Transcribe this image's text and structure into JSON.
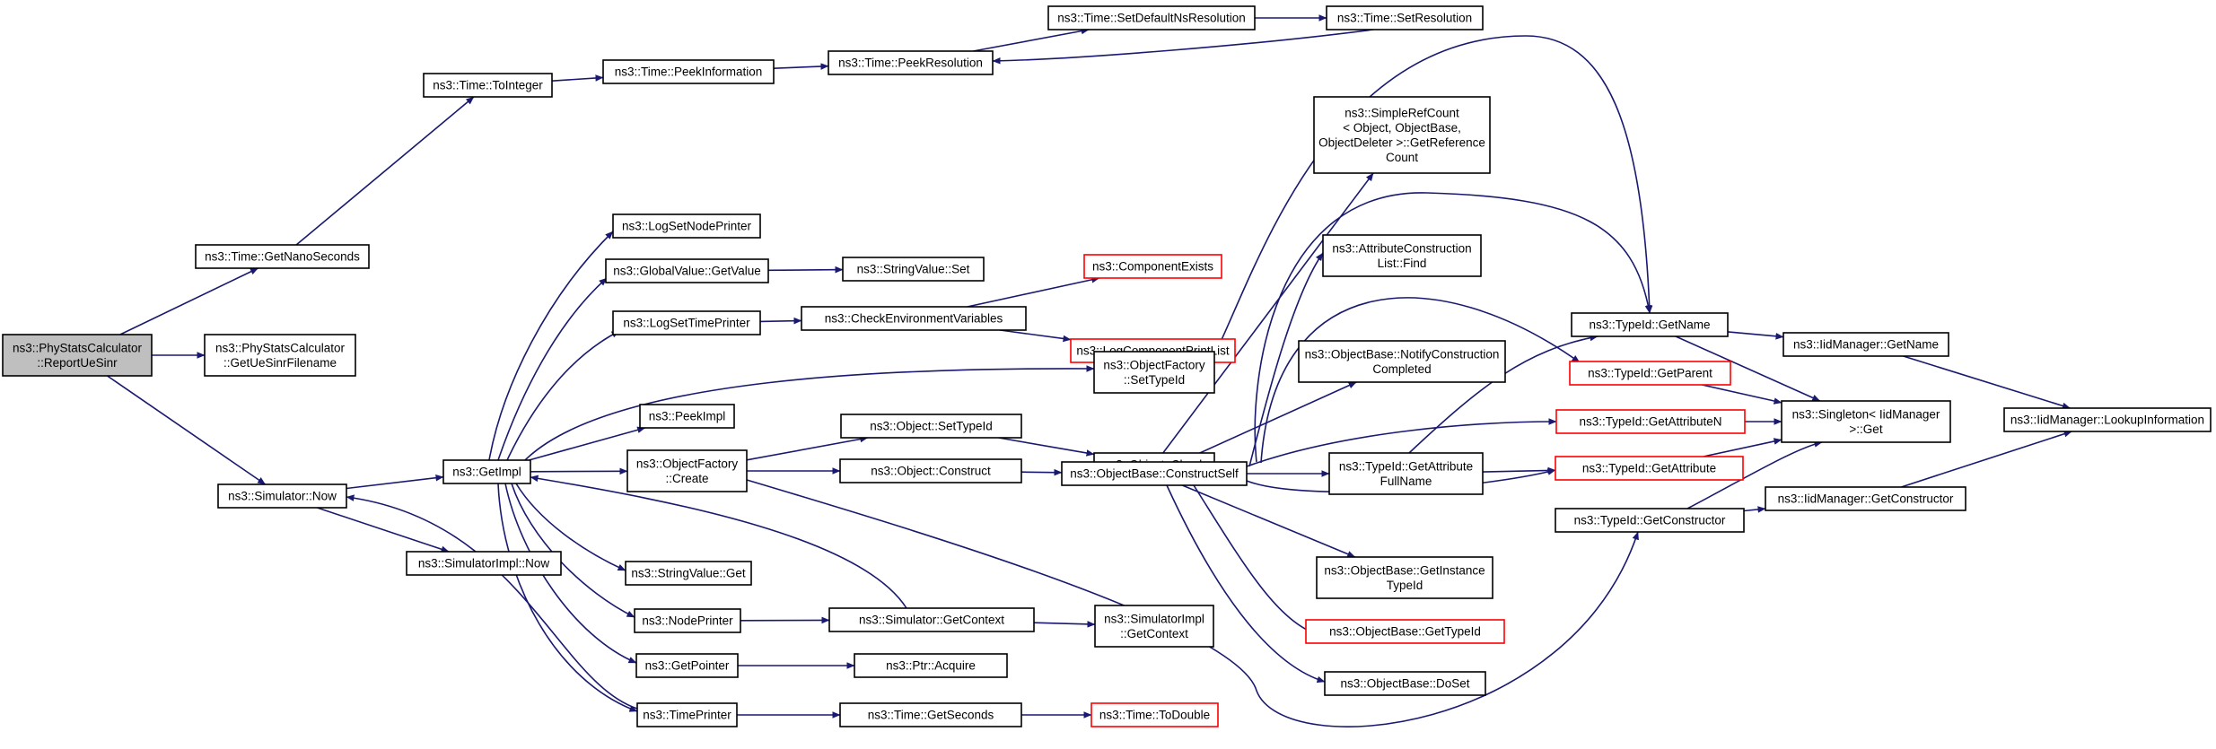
{
  "nodes": [
    {
      "id": "root",
      "lines": [
        "ns3::PhyStatsCalculator",
        "::ReportUeSinr"
      ],
      "style": "root"
    },
    {
      "id": "getNanoSeconds",
      "lines": [
        "ns3::Time::GetNanoSeconds"
      ],
      "style": "normal"
    },
    {
      "id": "getUeSinrFilename",
      "lines": [
        "ns3::PhyStatsCalculator",
        "::GetUeSinrFilename"
      ],
      "style": "normal"
    },
    {
      "id": "simulatorNow",
      "lines": [
        "ns3::Simulator::Now"
      ],
      "style": "normal"
    },
    {
      "id": "toInteger",
      "lines": [
        "ns3::Time::ToInteger"
      ],
      "style": "normal"
    },
    {
      "id": "peekInformation",
      "lines": [
        "ns3::Time::PeekInformation"
      ],
      "style": "normal"
    },
    {
      "id": "peekResolution",
      "lines": [
        "ns3::Time::PeekResolution"
      ],
      "style": "normal"
    },
    {
      "id": "setDefaultNsResolution",
      "lines": [
        "ns3::Time::SetDefaultNsResolution"
      ],
      "style": "normal"
    },
    {
      "id": "setResolution",
      "lines": [
        "ns3::Time::SetResolution"
      ],
      "style": "normal"
    },
    {
      "id": "getImpl",
      "lines": [
        "ns3::GetImpl"
      ],
      "style": "normal"
    },
    {
      "id": "simulatorImplNow",
      "lines": [
        "ns3::SimulatorImpl::Now"
      ],
      "style": "normal"
    },
    {
      "id": "logSetNodePrinter",
      "lines": [
        "ns3::LogSetNodePrinter"
      ],
      "style": "normal"
    },
    {
      "id": "globalValueGetValue",
      "lines": [
        "ns3::GlobalValue::GetValue"
      ],
      "style": "normal"
    },
    {
      "id": "logSetTimePrinter",
      "lines": [
        "ns3::LogSetTimePrinter"
      ],
      "style": "normal"
    },
    {
      "id": "peekImpl",
      "lines": [
        "ns3::PeekImpl"
      ],
      "style": "normal"
    },
    {
      "id": "objectFactoryCreate",
      "lines": [
        "ns3::ObjectFactory",
        "::Create"
      ],
      "style": "normal"
    },
    {
      "id": "stringValueGet",
      "lines": [
        "ns3::StringValue::Get"
      ],
      "style": "normal"
    },
    {
      "id": "nodePrinter",
      "lines": [
        "ns3::NodePrinter"
      ],
      "style": "normal"
    },
    {
      "id": "getPointer",
      "lines": [
        "ns3::GetPointer"
      ],
      "style": "normal"
    },
    {
      "id": "timePrinter",
      "lines": [
        "ns3::TimePrinter"
      ],
      "style": "normal"
    },
    {
      "id": "stringValueSet",
      "lines": [
        "ns3::StringValue::Set"
      ],
      "style": "normal"
    },
    {
      "id": "checkEnvVars",
      "lines": [
        "ns3::CheckEnvironmentVariables"
      ],
      "style": "normal"
    },
    {
      "id": "componentExists",
      "lines": [
        "ns3::ComponentExists"
      ],
      "style": "red"
    },
    {
      "id": "logComponentPrintList",
      "lines": [
        "ns3::LogComponentPrintList"
      ],
      "style": "red"
    },
    {
      "id": "objectFactorySetTypeId",
      "lines": [
        "ns3::ObjectFactory",
        "::SetTypeId"
      ],
      "style": "normal"
    },
    {
      "id": "objectSetTypeId",
      "lines": [
        "ns3::Object::SetTypeId"
      ],
      "style": "normal"
    },
    {
      "id": "objectCheck",
      "lines": [
        "ns3::Object::Check"
      ],
      "style": "normal"
    },
    {
      "id": "objectConstruct",
      "lines": [
        "ns3::Object::Construct"
      ],
      "style": "normal"
    },
    {
      "id": "constructSelf",
      "lines": [
        "ns3::ObjectBase::ConstructSelf"
      ],
      "style": "normal"
    },
    {
      "id": "simulatorGetContext",
      "lines": [
        "ns3::Simulator::GetContext"
      ],
      "style": "normal"
    },
    {
      "id": "simulatorImplGetContext",
      "lines": [
        "ns3::SimulatorImpl",
        "::GetContext"
      ],
      "style": "normal"
    },
    {
      "id": "ptrAcquire",
      "lines": [
        "ns3::Ptr::Acquire"
      ],
      "style": "normal"
    },
    {
      "id": "timeGetSeconds",
      "lines": [
        "ns3::Time::GetSeconds"
      ],
      "style": "normal"
    },
    {
      "id": "timeToDouble",
      "lines": [
        "ns3::Time::ToDouble"
      ],
      "style": "red"
    },
    {
      "id": "simpleRefCount",
      "lines": [
        "ns3::SimpleRefCount",
        "< Object, ObjectBase,",
        "ObjectDeleter >::GetReference",
        "Count"
      ],
      "style": "normal"
    },
    {
      "id": "attrConstructionListFind",
      "lines": [
        "ns3::AttributeConstruction",
        "List::Find"
      ],
      "style": "normal"
    },
    {
      "id": "notifyConstructionCompleted",
      "lines": [
        "ns3::ObjectBase::NotifyConstruction",
        "Completed"
      ],
      "style": "normal"
    },
    {
      "id": "typeIdGetAttributeFullName",
      "lines": [
        "ns3::TypeId::GetAttribute",
        "FullName"
      ],
      "style": "normal"
    },
    {
      "id": "getInstanceTypeId",
      "lines": [
        "ns3::ObjectBase::GetInstance",
        "TypeId"
      ],
      "style": "normal"
    },
    {
      "id": "objectBaseGetTypeId",
      "lines": [
        "ns3::ObjectBase::GetTypeId"
      ],
      "style": "red"
    },
    {
      "id": "objectBaseDoSet",
      "lines": [
        "ns3::ObjectBase::DoSet"
      ],
      "style": "normal"
    },
    {
      "id": "typeIdGetName",
      "lines": [
        "ns3::TypeId::GetName"
      ],
      "style": "normal"
    },
    {
      "id": "typeIdGetParent",
      "lines": [
        "ns3::TypeId::GetParent"
      ],
      "style": "red"
    },
    {
      "id": "typeIdGetAttributeN",
      "lines": [
        "ns3::TypeId::GetAttributeN"
      ],
      "style": "red"
    },
    {
      "id": "typeIdGetAttribute",
      "lines": [
        "ns3::TypeId::GetAttribute"
      ],
      "style": "red"
    },
    {
      "id": "typeIdGetConstructor",
      "lines": [
        "ns3::TypeId::GetConstructor"
      ],
      "style": "normal"
    },
    {
      "id": "iidManagerGetName",
      "lines": [
        "ns3::IidManager::GetName"
      ],
      "style": "normal"
    },
    {
      "id": "singletonGet",
      "lines": [
        "ns3::Singleton< IidManager",
        ">::Get"
      ],
      "style": "normal"
    },
    {
      "id": "iidManagerGetConstructor",
      "lines": [
        "ns3::IidManager::GetConstructor"
      ],
      "style": "normal"
    },
    {
      "id": "iidManagerLookupInformation",
      "lines": [
        "ns3::IidManager::LookupInformation"
      ],
      "style": "normal"
    }
  ],
  "edges": [
    [
      "root",
      "getNanoSeconds"
    ],
    [
      "root",
      "getUeSinrFilename"
    ],
    [
      "root",
      "simulatorNow"
    ],
    [
      "getNanoSeconds",
      "toInteger"
    ],
    [
      "toInteger",
      "peekInformation"
    ],
    [
      "peekInformation",
      "peekResolution"
    ],
    [
      "peekResolution",
      "setDefaultNsResolution"
    ],
    [
      "setDefaultNsResolution",
      "setResolution"
    ],
    [
      "setResolution",
      "peekResolution"
    ],
    [
      "simulatorNow",
      "getImpl"
    ],
    [
      "simulatorNow",
      "simulatorImplNow"
    ],
    [
      "getImpl",
      "logSetNodePrinter"
    ],
    [
      "getImpl",
      "globalValueGetValue"
    ],
    [
      "getImpl",
      "logSetTimePrinter"
    ],
    [
      "getImpl",
      "objectFactorySetTypeId"
    ],
    [
      "getImpl",
      "peekImpl"
    ],
    [
      "getImpl",
      "objectFactoryCreate"
    ],
    [
      "getImpl",
      "stringValueGet"
    ],
    [
      "getImpl",
      "nodePrinter"
    ],
    [
      "getImpl",
      "getPointer"
    ],
    [
      "getImpl",
      "timePrinter"
    ],
    [
      "globalValueGetValue",
      "stringValueSet"
    ],
    [
      "logSetTimePrinter",
      "checkEnvVars"
    ],
    [
      "checkEnvVars",
      "componentExists"
    ],
    [
      "checkEnvVars",
      "logComponentPrintList"
    ],
    [
      "objectFactoryCreate",
      "objectSetTypeId"
    ],
    [
      "objectFactoryCreate",
      "objectConstruct"
    ],
    [
      "objectFactoryCreate",
      "typeIdGetConstructor"
    ],
    [
      "objectSetTypeId",
      "objectCheck"
    ],
    [
      "objectCheck",
      "simpleRefCount"
    ],
    [
      "objectConstruct",
      "constructSelf"
    ],
    [
      "nodePrinter",
      "simulatorGetContext"
    ],
    [
      "simulatorGetContext",
      "getImpl"
    ],
    [
      "simulatorGetContext",
      "simulatorImplGetContext"
    ],
    [
      "getPointer",
      "ptrAcquire"
    ],
    [
      "timePrinter",
      "timeGetSeconds"
    ],
    [
      "timePrinter",
      "simulatorNow"
    ],
    [
      "timeGetSeconds",
      "timeToDouble"
    ],
    [
      "objectFactorySetTypeId",
      "typeIdGetName"
    ],
    [
      "constructSelf",
      "attrConstructionListFind"
    ],
    [
      "constructSelf",
      "notifyConstructionCompleted"
    ],
    [
      "constructSelf",
      "typeIdGetAttributeFullName"
    ],
    [
      "constructSelf",
      "getInstanceTypeId"
    ],
    [
      "constructSelf",
      "objectBaseGetTypeId"
    ],
    [
      "constructSelf",
      "objectBaseDoSet"
    ],
    [
      "constructSelf",
      "typeIdGetName"
    ],
    [
      "constructSelf",
      "typeIdGetParent"
    ],
    [
      "constructSelf",
      "typeIdGetAttributeN"
    ],
    [
      "constructSelf",
      "typeIdGetAttribute"
    ],
    [
      "typeIdGetAttributeFullName",
      "typeIdGetName"
    ],
    [
      "typeIdGetAttributeFullName",
      "typeIdGetAttribute"
    ],
    [
      "typeIdGetName",
      "iidManagerGetName"
    ],
    [
      "typeIdGetName",
      "singletonGet"
    ],
    [
      "typeIdGetParent",
      "singletonGet"
    ],
    [
      "typeIdGetAttributeN",
      "singletonGet"
    ],
    [
      "typeIdGetAttribute",
      "singletonGet"
    ],
    [
      "typeIdGetConstructor",
      "singletonGet"
    ],
    [
      "typeIdGetConstructor",
      "iidManagerGetConstructor"
    ],
    [
      "iidManagerGetName",
      "iidManagerLookupInformation"
    ],
    [
      "iidManagerGetConstructor",
      "iidManagerLookupInformation"
    ]
  ]
}
